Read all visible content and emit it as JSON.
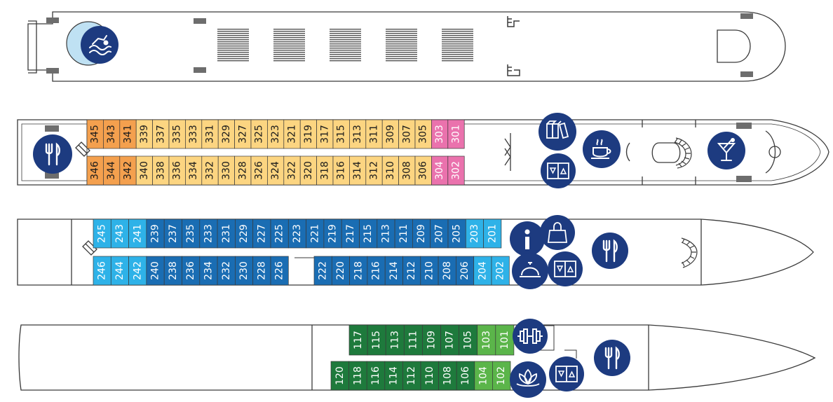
{
  "colors": {
    "hull_stroke": "#3a3a3a",
    "icon_bg": "#1d3b80",
    "icon_fg": "#ffffff",
    "pool_light": "#bfe1f3",
    "cabin_text_dark": "#1b1b1b",
    "cabin_text_light": "#ffffff"
  },
  "cabin_colors": {
    "orange": "#f4a04e",
    "yellow": "#fcd581",
    "pink": "#ea72ad",
    "light_blue": "#2eb2e8",
    "dark_blue": "#1a6db3",
    "dark_green": "#1e7a3c",
    "light_green": "#5bb54a"
  },
  "decks": [
    {
      "id": "upper",
      "rows": [
        {
          "cabins": [
            {
              "n": "345",
              "c": "orange"
            },
            {
              "n": "343",
              "c": "orange"
            },
            {
              "n": "341",
              "c": "orange"
            },
            {
              "n": "339",
              "c": "yellow"
            },
            {
              "n": "337",
              "c": "yellow"
            },
            {
              "n": "335",
              "c": "yellow"
            },
            {
              "n": "333",
              "c": "yellow"
            },
            {
              "n": "331",
              "c": "yellow"
            },
            {
              "n": "329",
              "c": "yellow"
            },
            {
              "n": "327",
              "c": "yellow"
            },
            {
              "n": "325",
              "c": "yellow"
            },
            {
              "n": "323",
              "c": "yellow"
            },
            {
              "n": "321",
              "c": "yellow"
            },
            {
              "n": "319",
              "c": "yellow"
            },
            {
              "n": "317",
              "c": "yellow"
            },
            {
              "n": "315",
              "c": "yellow"
            },
            {
              "n": "313",
              "c": "yellow"
            },
            {
              "n": "311",
              "c": "yellow"
            },
            {
              "n": "309",
              "c": "yellow"
            },
            {
              "n": "307",
              "c": "yellow"
            },
            {
              "n": "305",
              "c": "yellow"
            },
            {
              "n": "303",
              "c": "pink"
            },
            {
              "n": "301",
              "c": "pink"
            }
          ]
        },
        {
          "cabins": [
            {
              "n": "346",
              "c": "orange"
            },
            {
              "n": "344",
              "c": "orange"
            },
            {
              "n": "342",
              "c": "orange"
            },
            {
              "n": "340",
              "c": "yellow"
            },
            {
              "n": "338",
              "c": "yellow"
            },
            {
              "n": "336",
              "c": "yellow"
            },
            {
              "n": "334",
              "c": "yellow"
            },
            {
              "n": "332",
              "c": "yellow"
            },
            {
              "n": "330",
              "c": "yellow"
            },
            {
              "n": "328",
              "c": "yellow"
            },
            {
              "n": "326",
              "c": "yellow"
            },
            {
              "n": "324",
              "c": "yellow"
            },
            {
              "n": "322",
              "c": "yellow"
            },
            {
              "n": "320",
              "c": "yellow"
            },
            {
              "n": "318",
              "c": "yellow"
            },
            {
              "n": "316",
              "c": "yellow"
            },
            {
              "n": "314",
              "c": "yellow"
            },
            {
              "n": "312",
              "c": "yellow"
            },
            {
              "n": "310",
              "c": "yellow"
            },
            {
              "n": "308",
              "c": "yellow"
            },
            {
              "n": "306",
              "c": "yellow"
            },
            {
              "n": "304",
              "c": "pink"
            },
            {
              "n": "302",
              "c": "pink"
            }
          ]
        }
      ]
    },
    {
      "id": "middle",
      "rows": [
        {
          "cabins": [
            {
              "n": "245",
              "c": "light_blue"
            },
            {
              "n": "243",
              "c": "light_blue"
            },
            {
              "n": "241",
              "c": "light_blue"
            },
            {
              "n": "239",
              "c": "dark_blue"
            },
            {
              "n": "237",
              "c": "dark_blue"
            },
            {
              "n": "235",
              "c": "dark_blue"
            },
            {
              "n": "233",
              "c": "dark_blue"
            },
            {
              "n": "231",
              "c": "dark_blue"
            },
            {
              "n": "229",
              "c": "dark_blue"
            },
            {
              "n": "227",
              "c": "dark_blue"
            },
            {
              "n": "225",
              "c": "dark_blue"
            },
            {
              "n": "223",
              "c": "dark_blue"
            },
            {
              "n": "221",
              "c": "dark_blue"
            },
            {
              "n": "219",
              "c": "dark_blue"
            },
            {
              "n": "217",
              "c": "dark_blue"
            },
            {
              "n": "215",
              "c": "dark_blue"
            },
            {
              "n": "213",
              "c": "dark_blue"
            },
            {
              "n": "211",
              "c": "dark_blue"
            },
            {
              "n": "209",
              "c": "dark_blue"
            },
            {
              "n": "207",
              "c": "dark_blue"
            },
            {
              "n": "205",
              "c": "dark_blue"
            },
            {
              "n": "203",
              "c": "light_blue"
            },
            {
              "n": "201",
              "c": "light_blue"
            }
          ]
        },
        {
          "cabins": [
            {
              "n": "246",
              "c": "light_blue"
            },
            {
              "n": "244",
              "c": "light_blue"
            },
            {
              "n": "242",
              "c": "light_blue"
            },
            {
              "n": "240",
              "c": "dark_blue"
            },
            {
              "n": "238",
              "c": "dark_blue"
            },
            {
              "n": "236",
              "c": "dark_blue"
            },
            {
              "n": "234",
              "c": "dark_blue"
            },
            {
              "n": "232",
              "c": "dark_blue"
            },
            {
              "n": "230",
              "c": "dark_blue"
            },
            {
              "n": "228",
              "c": "dark_blue"
            },
            {
              "n": "226",
              "c": "dark_blue"
            }
          ]
        },
        {
          "cabins": [
            {
              "n": "222",
              "c": "dark_blue"
            },
            {
              "n": "220",
              "c": "dark_blue"
            },
            {
              "n": "218",
              "c": "dark_blue"
            },
            {
              "n": "216",
              "c": "dark_blue"
            },
            {
              "n": "214",
              "c": "dark_blue"
            },
            {
              "n": "212",
              "c": "dark_blue"
            },
            {
              "n": "210",
              "c": "dark_blue"
            },
            {
              "n": "208",
              "c": "dark_blue"
            },
            {
              "n": "206",
              "c": "dark_blue"
            },
            {
              "n": "204",
              "c": "light_blue"
            },
            {
              "n": "202",
              "c": "light_blue"
            }
          ]
        }
      ]
    },
    {
      "id": "main",
      "rows": [
        {
          "cabins": [
            {
              "n": "117",
              "c": "dark_green"
            },
            {
              "n": "115",
              "c": "dark_green"
            },
            {
              "n": "113",
              "c": "dark_green"
            },
            {
              "n": "111",
              "c": "dark_green"
            },
            {
              "n": "109",
              "c": "dark_green"
            },
            {
              "n": "107",
              "c": "dark_green"
            },
            {
              "n": "105",
              "c": "dark_green"
            },
            {
              "n": "103",
              "c": "light_green"
            },
            {
              "n": "101",
              "c": "light_green"
            }
          ]
        },
        {
          "cabins": [
            {
              "n": "120",
              "c": "dark_green"
            },
            {
              "n": "118",
              "c": "dark_green"
            },
            {
              "n": "116",
              "c": "dark_green"
            },
            {
              "n": "114",
              "c": "dark_green"
            },
            {
              "n": "112",
              "c": "dark_green"
            },
            {
              "n": "110",
              "c": "dark_green"
            },
            {
              "n": "108",
              "c": "dark_green"
            },
            {
              "n": "106",
              "c": "dark_green"
            },
            {
              "n": "104",
              "c": "light_green"
            },
            {
              "n": "102",
              "c": "light_green"
            }
          ]
        }
      ]
    }
  ],
  "icons": [
    {
      "id": "pool",
      "name": "swimming-pool-icon"
    },
    {
      "id": "upper_dining",
      "name": "restaurant-icon"
    },
    {
      "id": "library",
      "name": "library-books-icon"
    },
    {
      "id": "upper_elevator",
      "name": "elevator-icon"
    },
    {
      "id": "cafe",
      "name": "coffee-cup-icon"
    },
    {
      "id": "bar",
      "name": "cocktail-bar-icon"
    },
    {
      "id": "info",
      "name": "information-icon"
    },
    {
      "id": "shop",
      "name": "shopping-bag-icon"
    },
    {
      "id": "reception",
      "name": "reception-bell-icon"
    },
    {
      "id": "middle_elevator",
      "name": "elevator-icon"
    },
    {
      "id": "middle_dining",
      "name": "restaurant-icon"
    },
    {
      "id": "fitness",
      "name": "fitness-dumbbell-icon"
    },
    {
      "id": "spa",
      "name": "spa-lotus-icon"
    },
    {
      "id": "main_elevator",
      "name": "elevator-icon"
    },
    {
      "id": "main_dining",
      "name": "restaurant-icon"
    }
  ]
}
